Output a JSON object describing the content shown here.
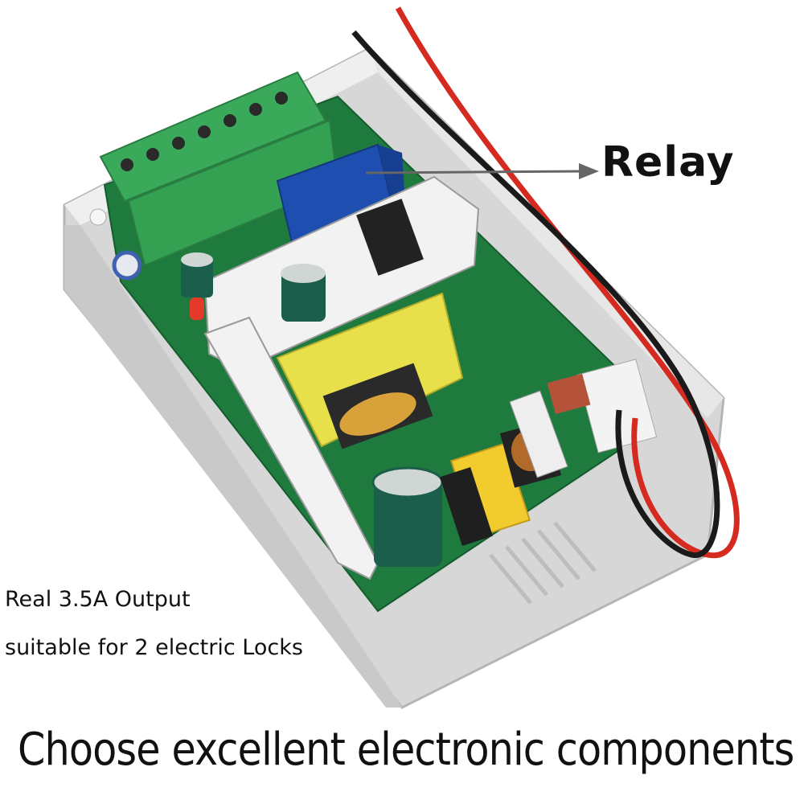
{
  "annotations": {
    "relay": "Relay",
    "output": "Real 3.5A Output",
    "locks": "suitable for 2 electric Locks",
    "headline": "Choose excellent electronic components"
  },
  "colors": {
    "pcb": "#1f7a3e",
    "enclosure": "#dcdcdc",
    "terminal": "#3aaa5a",
    "relay": "#1e4fb0",
    "transformer": "#e8e04a"
  }
}
